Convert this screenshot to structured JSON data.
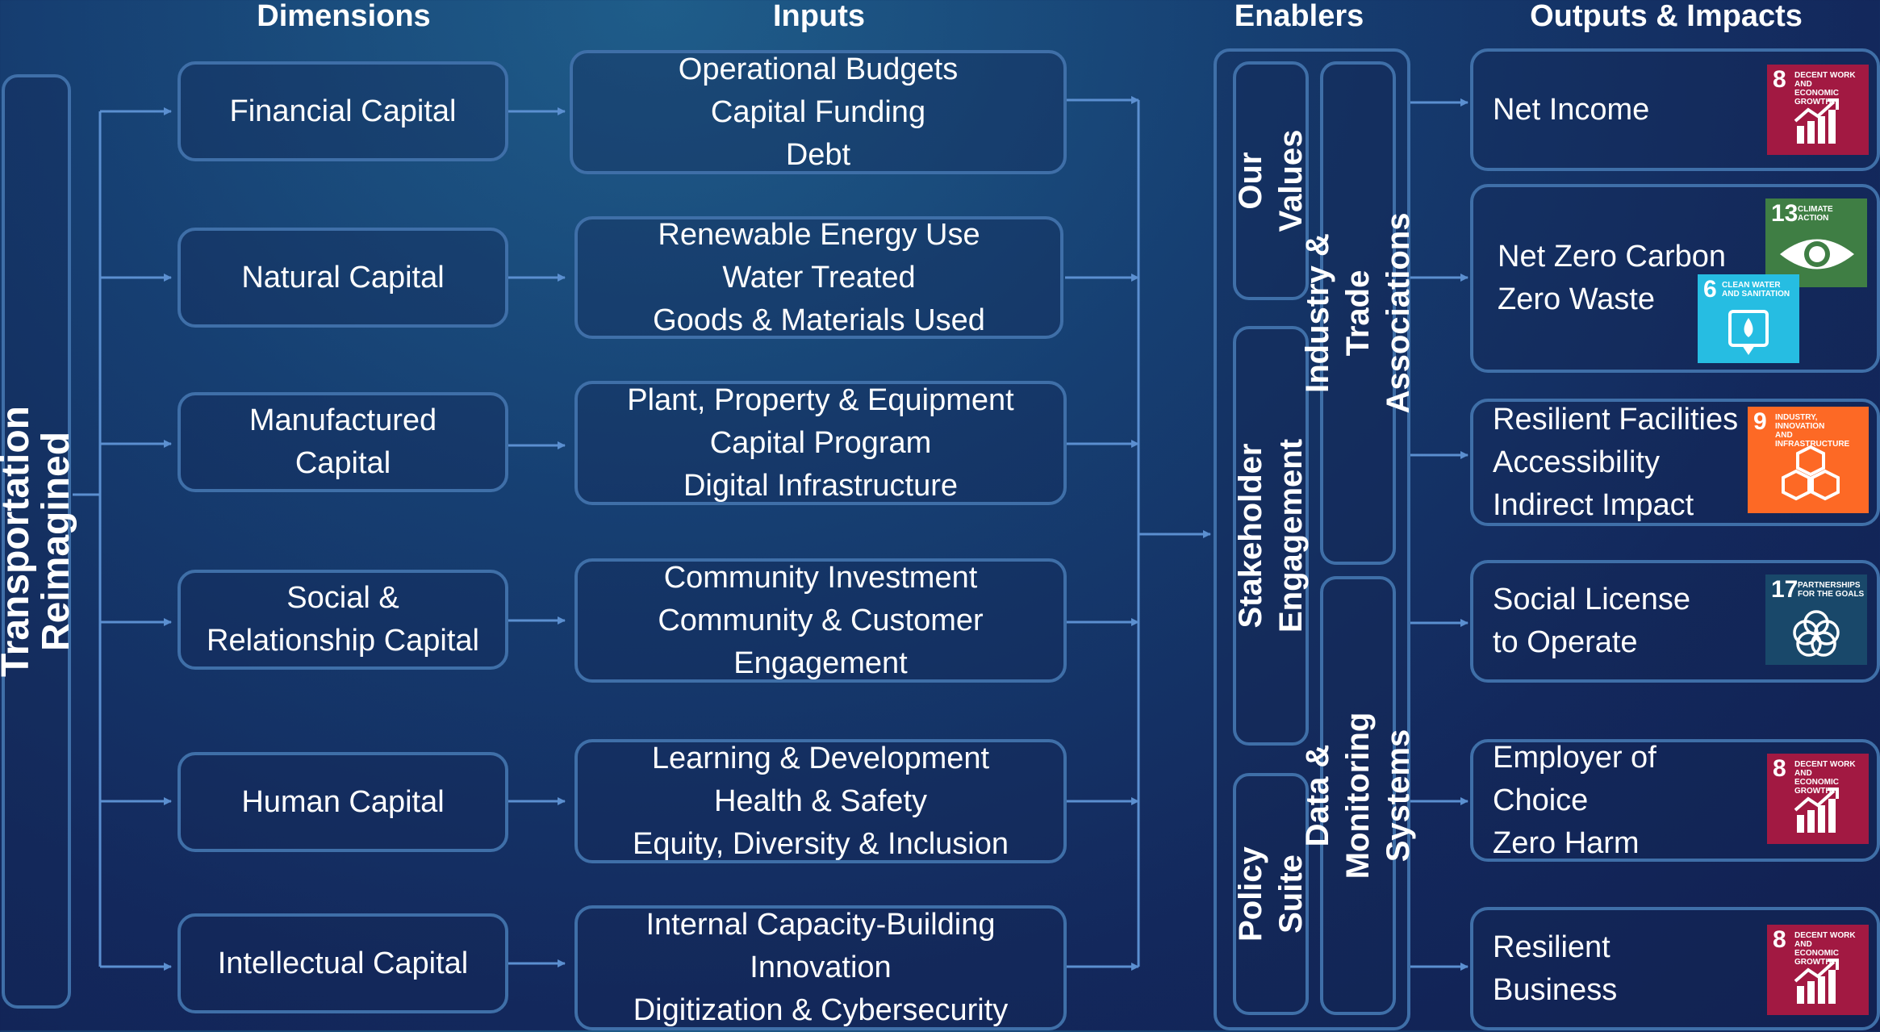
{
  "headers": {
    "dimensions": "Dimensions",
    "inputs": "Inputs",
    "enablers": "Enablers",
    "outputs": "Outputs & Impacts"
  },
  "root": "Transportation Reimagined",
  "dimensions": [
    "Financial Capital",
    "Natural Capital",
    "Manufactured\nCapital",
    "Social &\nRelationship Capital",
    "Human Capital",
    "Intellectual Capital"
  ],
  "inputs": [
    "Operational Budgets\nCapital Funding\nDebt",
    "Renewable Energy Use\nWater Treated\nGoods & Materials Used",
    "Plant, Property & Equipment\nCapital Program\nDigital Infrastructure",
    "Community Investment\nCommunity & Customer\nEngagement",
    "Learning & Development\nHealth & Safety\nEquity, Diversity & Inclusion",
    "Internal Capacity-Building\nInnovation\nDigitization & Cybersecurity"
  ],
  "enablers": {
    "our_values": "Our Values",
    "stakeholder_engagement": "Stakeholder Engagement",
    "policy_suite": "Policy Suite",
    "industry_trade": "Industry & Trade Associations",
    "data_monitoring": "Data & Monitoring\nSystems"
  },
  "outputs": [
    "Net Income",
    "Net Zero Carbon\nZero Waste",
    "Resilient Facilities\nAccessibility\nIndirect Impact",
    "Social License\nto Operate",
    "Employer of\nChoice\nZero Harm",
    "Resilient\nBusiness"
  ],
  "sdg_tiles": {
    "sdg8": {
      "number": "8",
      "label": "DECENT WORK AND\nECONOMIC GROWTH",
      "color": "#a21942",
      "icon": "growth-chart-icon"
    },
    "sdg13": {
      "number": "13",
      "label": "CLIMATE\nACTION",
      "color": "#3f7e44",
      "icon": "eye-globe-icon"
    },
    "sdg6": {
      "number": "6",
      "label": "CLEAN WATER\nAND SANITATION",
      "color": "#26bde2",
      "icon": "water-drop-icon"
    },
    "sdg9": {
      "number": "9",
      "label": "INDUSTRY, INNOVATION\nAND INFRASTRUCTURE",
      "color": "#fd6925",
      "icon": "cubes-icon"
    },
    "sdg17": {
      "number": "17",
      "label": "PARTNERSHIPS\nFOR THE GOALS",
      "color": "#19486a",
      "icon": "rings-icon"
    }
  },
  "colors": {
    "box_border": "#3f6fa8",
    "connector": "#5b8fd0"
  }
}
